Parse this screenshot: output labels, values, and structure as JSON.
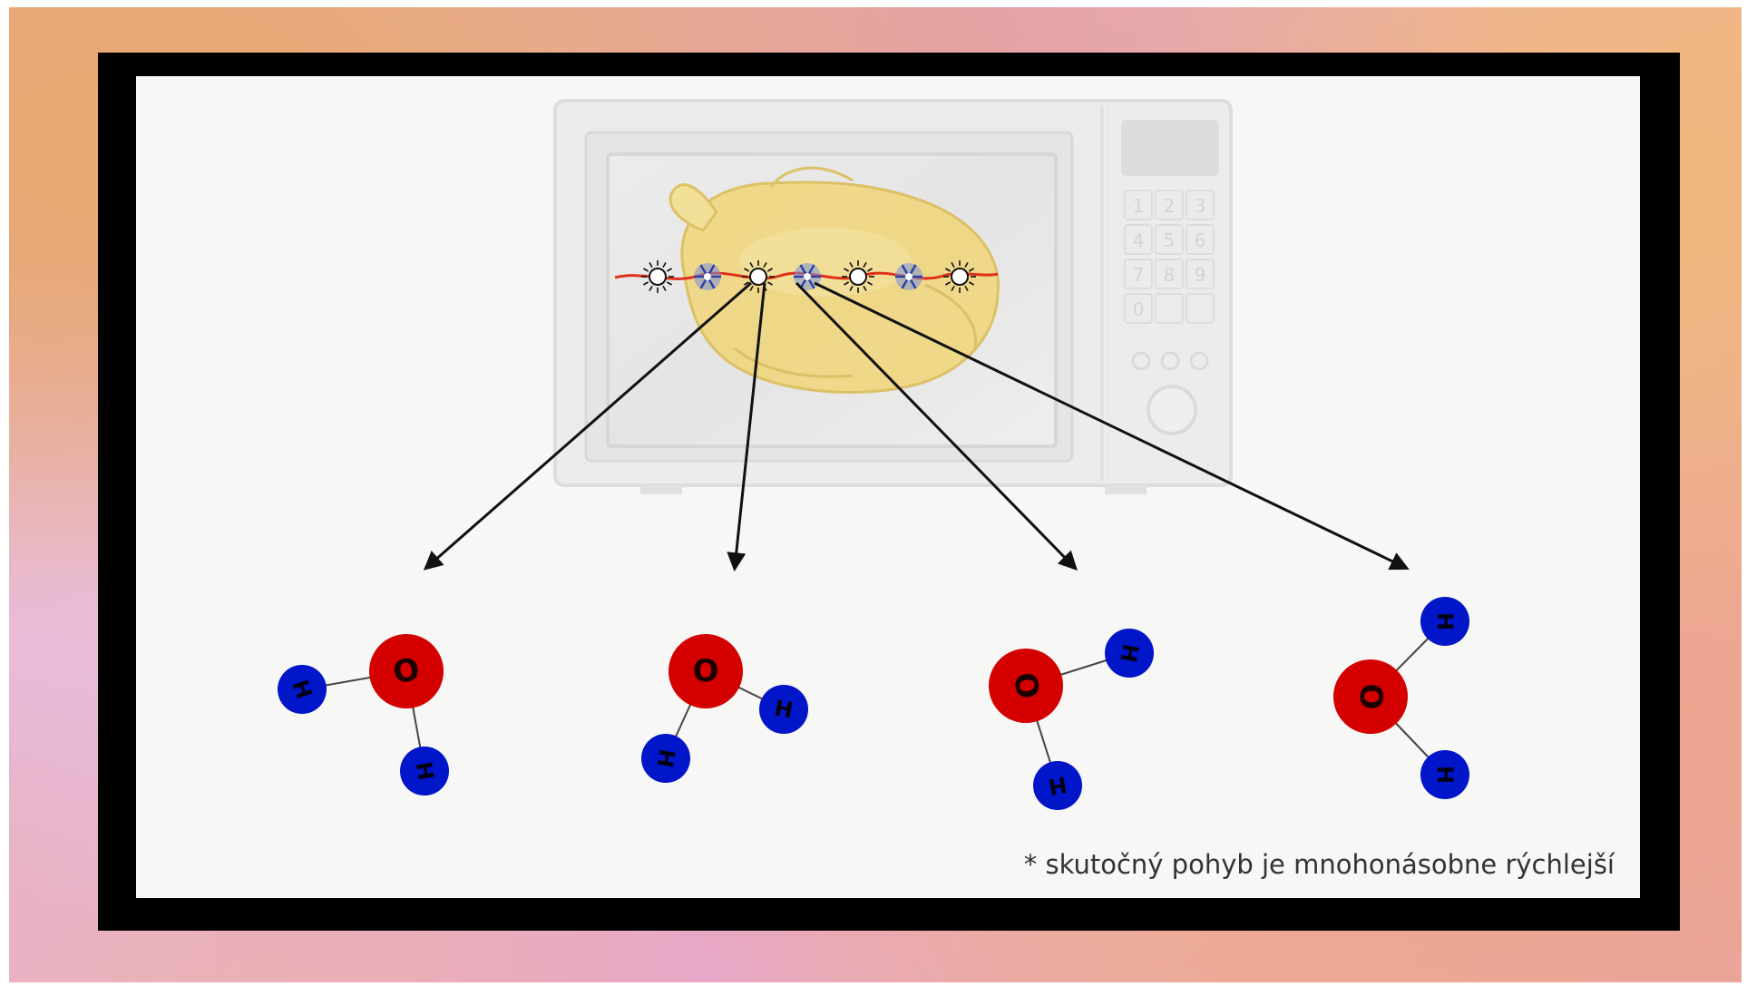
{
  "footnote": "* skutočný pohyb je mnohonásobne rýchlejší",
  "microwave": {
    "keypad": [
      "1",
      "2",
      "3",
      "4",
      "5",
      "6",
      "7",
      "8",
      "9",
      "0",
      "",
      ""
    ]
  },
  "molecules": [
    {
      "atoms": [
        "O",
        "H",
        "H"
      ]
    },
    {
      "atoms": [
        "O",
        "H",
        "H"
      ]
    },
    {
      "atoms": [
        "O",
        "H",
        "H"
      ]
    },
    {
      "atoms": [
        "O",
        "H",
        "H"
      ]
    }
  ],
  "colors": {
    "oxygen": "#d40000",
    "hydrogen": "#0016c8",
    "frame": "#000000",
    "wave": "#e0301c",
    "chicken": "#f2d46a"
  }
}
